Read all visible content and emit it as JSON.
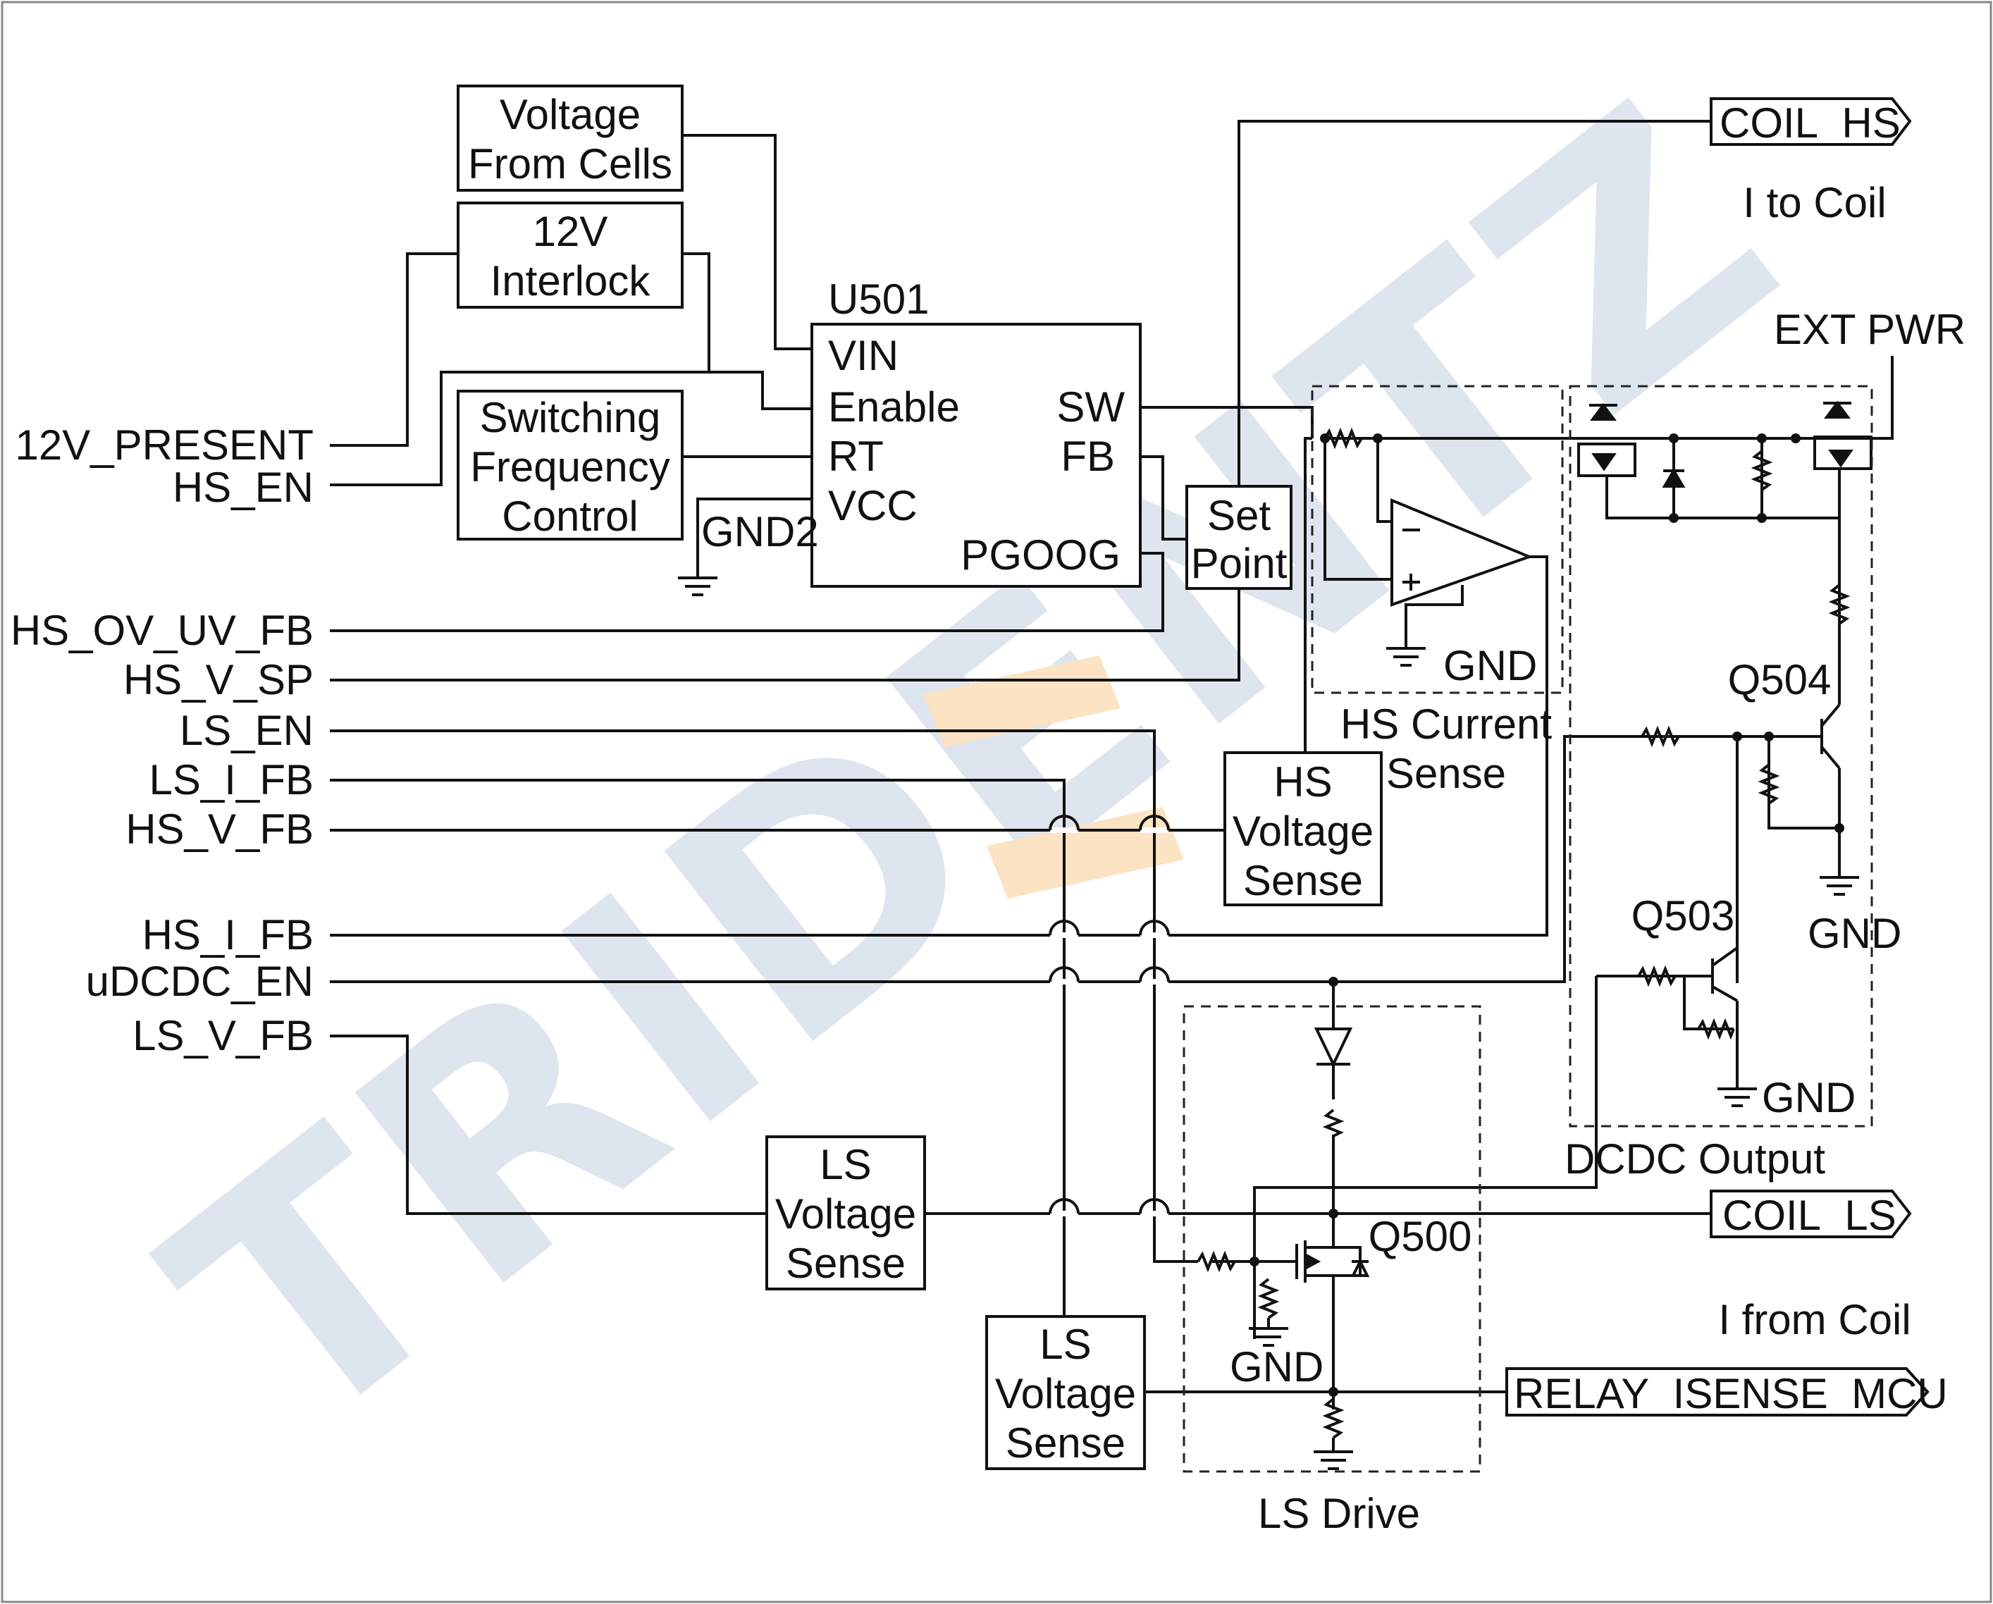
{
  "signals_left": [
    "12V_PRESENT",
    "HS_EN",
    "HS_OV_UV_FB",
    "HS_V_SP",
    "LS_EN",
    "LS_I_FB",
    "HS_V_FB",
    "HS_I_FB",
    "uDCDC_EN",
    "LS_V_FB"
  ],
  "blocks": {
    "voltage_from_cells": [
      "Voltage",
      "From Cells"
    ],
    "interlock_12v": [
      "12V",
      "Interlock"
    ],
    "switching_freq": [
      "Switching",
      "Frequency",
      "Control"
    ],
    "set_point": [
      "Set",
      "Point"
    ],
    "hs_voltage_sense": [
      "HS",
      "Voltage",
      "Sense"
    ],
    "ls_voltage_sense_1": [
      "LS",
      "Voltage",
      "Sense"
    ],
    "ls_voltage_sense_2": [
      "LS",
      "Voltage",
      "Sense"
    ]
  },
  "u501": {
    "ref": "U501",
    "pins_left": [
      "VIN",
      "Enable",
      "RT",
      "VCC"
    ],
    "pin_sw": "SW",
    "pin_fb": "FB",
    "pin_pgood": "PGOOG"
  },
  "grounds": {
    "gnd2": "GND2",
    "gnd": "GND"
  },
  "outputs": {
    "coil_hs": "COIL_HS",
    "coil_ls": "COIL_LS",
    "relay_isense": "RELAY_ISENSE_MCU"
  },
  "notes": {
    "i_to_coil": "I to Coil",
    "i_from_coil": "I from Coil",
    "ext_pwr": "EXT PWR"
  },
  "regions": {
    "hs_current_sense": [
      "HS Current",
      "Sense"
    ],
    "dcdc_output": "DCDC Output",
    "ls_drive": "LS Drive"
  },
  "transistors": {
    "q504": "Q504",
    "q503": "Q503",
    "q500": "Q500"
  },
  "watermark": "TRIDENTZ",
  "colors": {
    "watermark_blue": "#dfe5ee",
    "watermark_orange": "#fbe3c3",
    "line": "#111111"
  }
}
